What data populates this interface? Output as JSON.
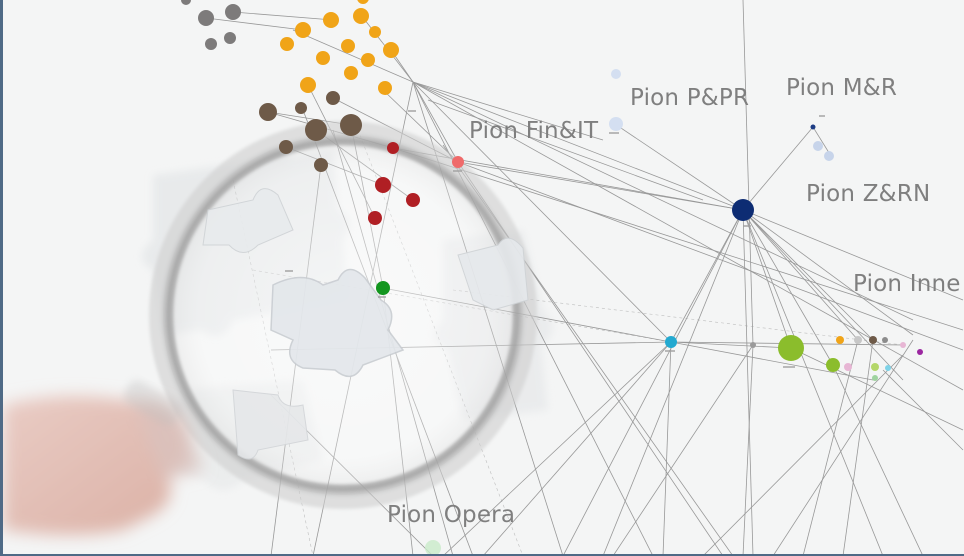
{
  "group_labels": {
    "pion_pppr": "Pion P&PR",
    "pion_mr": "Pion M&R",
    "pion_finit": "Pion Fin&IT",
    "pion_zrn": "Pion Z&RN",
    "pion_inne": "Pion Inne",
    "pion_opera": "Pion Opera"
  },
  "colors": {
    "background": "#f4f5f5",
    "frame_border": "#4f6a86",
    "label_text": "#7f7f7f",
    "edge": "#7a7a7a",
    "node_orange": "#f0a418",
    "node_gray": "#7d7b7b",
    "node_brown": "#6e5a48",
    "node_red": "#b01f24",
    "node_green": "#13961f",
    "node_navy": "#0d2c73",
    "node_cyan": "#23a9d0",
    "node_lightgreen": "#8bbd2c",
    "node_pale_blue": "#d4dff1"
  },
  "image_content": {
    "objects": [
      "magnifying-glass",
      "hand",
      "puzzle-pieces",
      "network-graph"
    ]
  }
}
